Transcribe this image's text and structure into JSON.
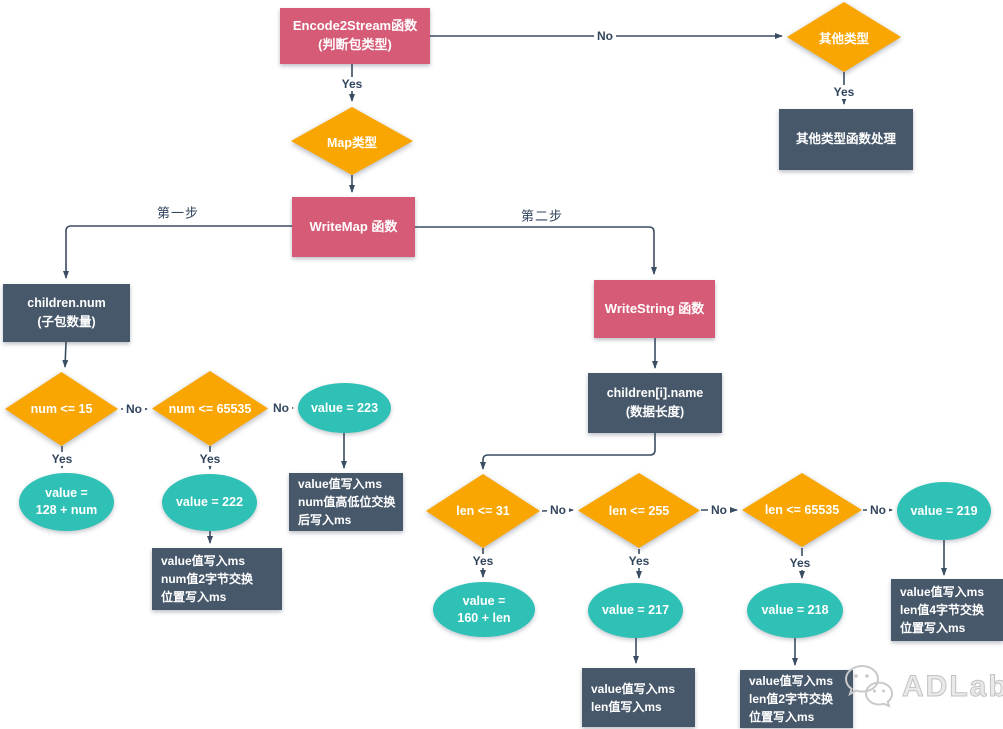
{
  "colors": {
    "process": "#d65b76",
    "decision": "#f9a602",
    "terminal": "#2fc0b6",
    "data": "#47586b",
    "line": "#3b4d63",
    "label": "#32455e",
    "watermark": "#c3c3c3"
  },
  "nodes": {
    "encode2stream": {
      "line1": "Encode2Stream函数",
      "line2": "(判断包类型)"
    },
    "other_type": {
      "label": "其他类型"
    },
    "other_handler": {
      "label": "其他类型函数处理"
    },
    "map_type": {
      "label": "Map类型"
    },
    "writemap": {
      "label": "WriteMap 函数"
    },
    "children_num": {
      "line1": "children.num",
      "line2": "(子包数量)"
    },
    "num_le_15": {
      "label": "num <= 15"
    },
    "num_le_65535": {
      "label": "num <= 65535"
    },
    "value_223": {
      "label": "value = 223"
    },
    "value_128_num": {
      "line1": "value =",
      "line2": "128 + num"
    },
    "value_222": {
      "label": "value = 222"
    },
    "box_223": {
      "line1": "value值写入ms",
      "line2": "num值高低位交换",
      "line3": "后写入ms"
    },
    "box_222": {
      "line1": "value值写入ms",
      "line2": "num值2字节交换",
      "line3": "位置写入ms"
    },
    "writestring": {
      "label": "WriteString 函数"
    },
    "children_name": {
      "line1": "children[i].name",
      "line2": "(数据长度)"
    },
    "len_le_31": {
      "label": "len <= 31"
    },
    "len_le_255": {
      "label": "len <= 255"
    },
    "len_le_65535": {
      "label": "len <= 65535"
    },
    "value_219": {
      "label": "value = 219"
    },
    "value_160_len": {
      "line1": "value =",
      "line2": "160 + len"
    },
    "value_217": {
      "label": "value = 217"
    },
    "value_218": {
      "label": "value = 218"
    },
    "box_217": {
      "line1": "value值写入ms",
      "line2": "len值写入ms"
    },
    "box_218": {
      "line1": "value值写入ms",
      "line2": "len值2字节交换",
      "line3": "位置写入ms"
    },
    "box_219": {
      "line1": "value值写入ms",
      "line2": "len值4字节交换",
      "line3": "位置写入ms"
    }
  },
  "labels": {
    "no1": "No",
    "yes1": "Yes",
    "yes2": "Yes",
    "step1": "第一步",
    "step2": "第二步",
    "no2": "No",
    "no3": "No",
    "yes3": "Yes",
    "yes4": "Yes",
    "no4": "No",
    "no5": "No",
    "no6": "No",
    "yes5": "Yes",
    "yes6": "Yes",
    "yes7": "Yes"
  },
  "watermark": {
    "text": "ADLab"
  }
}
